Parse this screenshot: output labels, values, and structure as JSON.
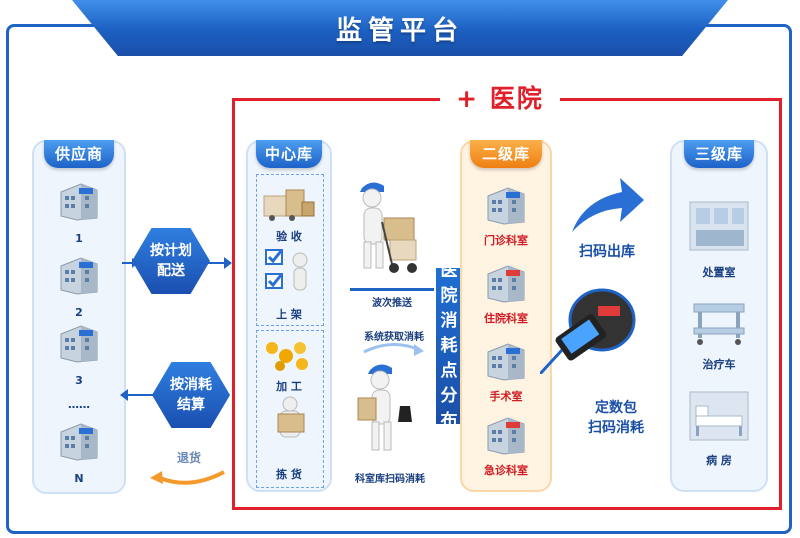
{
  "platform": {
    "title": "监管平台"
  },
  "hospital": {
    "title": "+ 医院"
  },
  "supplier": {
    "title": "供应商",
    "items": [
      "1",
      "2",
      "3",
      "……",
      "N"
    ]
  },
  "center": {
    "title": "中心库",
    "steps": [
      "验 收",
      "上 架",
      "加 工",
      "拣 货"
    ]
  },
  "flows": {
    "plan_delivery": [
      "按计划",
      "配送"
    ],
    "consumption_settle": [
      "按消耗",
      "结算"
    ],
    "return": "退货",
    "batch_push": "波次推送",
    "system_fetch": "系统获取消耗",
    "dept_scan": "科室库扫码消耗",
    "distribution": [
      "医",
      "院",
      "消",
      "耗",
      "点",
      "分",
      "布"
    ],
    "scan_out": "扫码出库",
    "fixed_pack_scan": [
      "定数包",
      "扫码消耗"
    ]
  },
  "secondary": {
    "title": "二级库",
    "items": [
      "门诊科室",
      "住院科室",
      "手术室",
      "急诊科室"
    ]
  },
  "tertiary": {
    "title": "三级库",
    "items": [
      "处置室",
      "治疗车",
      "病 房"
    ]
  },
  "colors": {
    "primary": "#1f63c6",
    "hospital_red": "#e0202a",
    "orange": "#ee7f12"
  }
}
